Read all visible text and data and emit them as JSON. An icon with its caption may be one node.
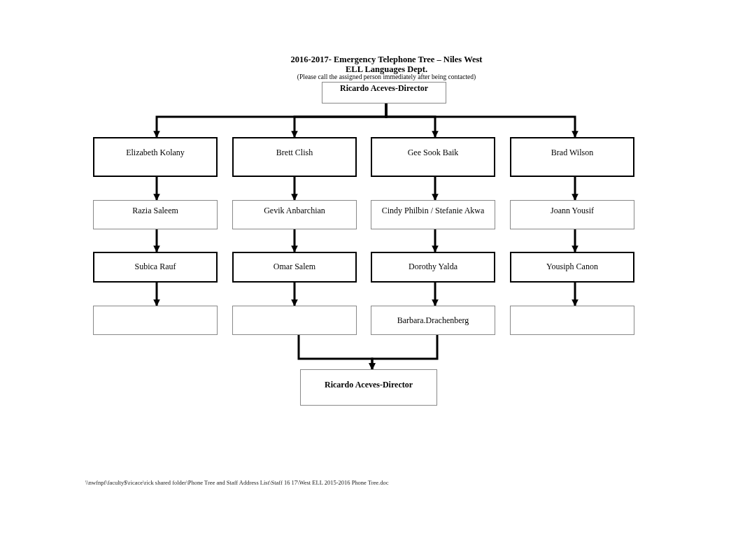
{
  "diagram": {
    "title": "2016-2017- Emergency Telephone Tree – Niles West",
    "nodes": [
      {
        "text": [
          "Ricardo Aceves-Director"
        ]
      },
      {
        "text": [
          "Elizabeth Kolany"
        ]
      },
      {
        "text": [
          "Brett Clish"
        ]
      },
      {
        "text": [
          "Gee Sook Baik"
        ]
      },
      {
        "text": [
          "Brad Wilson"
        ]
      },
      {
        "text": [
          "Razia Saleem"
        ]
      },
      {
        "text": [
          "Gevik Anbarchian"
        ]
      },
      {
        "text": [
          "Cindy Philbin / Stefanie Akwa"
        ]
      },
      {
        "text": [
          "Joann Yousif"
        ]
      },
      {
        "text": [
          "Subica Rauf"
        ]
      },
      {
        "text": [
          "Omar Salem"
        ]
      },
      {
        "text": [
          "Dorothy Yalda"
        ]
      },
      {
        "text": [
          "Yousiph Canon"
        ]
      },
      {
        "text": [],
        "shape": "box"
      },
      {
        "text": [],
        "shape": "box"
      },
      {
        "text": [
          "Barbara.Drachenberg"
        ]
      },
      {
        "text": [],
        "shape": "box"
      },
      {
        "text": [
          "Ricardo Aceves-Director"
        ]
      }
    ],
    "edges": [
      {
        "from": 0,
        "to": 1,
        "arrow": "to"
      },
      {
        "from": 0,
        "to": 2,
        "arrow": "to"
      },
      {
        "from": 0,
        "to": 3,
        "arrow": "to"
      },
      {
        "from": 0,
        "to": 4,
        "arrow": "to"
      },
      {
        "from": 1,
        "to": 5,
        "arrow": "to"
      },
      {
        "from": 5,
        "to": 9,
        "arrow": "to"
      },
      {
        "from": 9,
        "to": 13,
        "arrow": "to"
      },
      {
        "from": 2,
        "to": 6,
        "arrow": "to"
      },
      {
        "from": 6,
        "to": 10,
        "arrow": "to"
      },
      {
        "from": 10,
        "to": 14,
        "arrow": "to"
      },
      {
        "from": 3,
        "to": 7,
        "arrow": "to"
      },
      {
        "from": 7,
        "to": 11,
        "arrow": "to"
      },
      {
        "from": 11,
        "to": 15,
        "arrow": "to"
      },
      {
        "from": 4,
        "to": 8,
        "arrow": "to"
      },
      {
        "from": 8,
        "to": 12,
        "arrow": "to"
      },
      {
        "from": 12,
        "to": 16,
        "arrow": "to"
      },
      {
        "from": 14,
        "to": 17,
        "arrow": "to"
      },
      {
        "from": 15,
        "to": 17,
        "arrow": "to"
      }
    ],
    "labels": [
      "ELL Languages Dept.",
      "(Please call the assigned person immediately after being contacted)",
      "\\\\nwfnpf\\faculty$\\ricace\\rick shared folder\\Phone Tree and Staff Address List\\Staff  16  17\\West ELL 2015-2016 Phone Tree.doc"
    ]
  }
}
